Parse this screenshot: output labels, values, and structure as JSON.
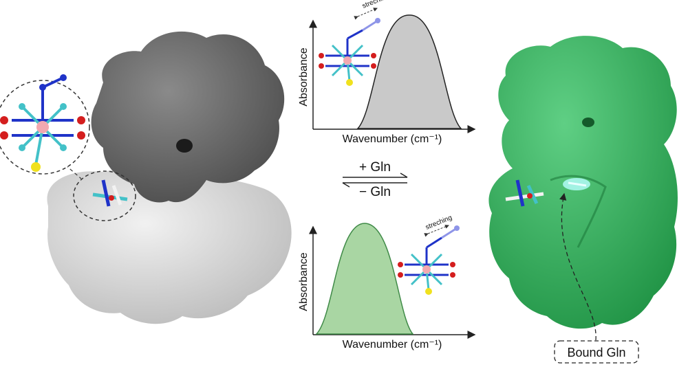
{
  "spectrum_top": {
    "ylabel": "Absorbance",
    "xlabel": "Wavenumber (cm⁻¹)",
    "probe_label": "streching",
    "fill_color": "#c9c9c9"
  },
  "spectrum_bottom": {
    "ylabel": "Absorbance",
    "xlabel": "Wavenumber (cm⁻¹)",
    "probe_label": "streching",
    "fill_color": "#a9d6a3"
  },
  "equilibrium": {
    "forward_label": "+ Gln",
    "reverse_label": "− Gln"
  },
  "callout": {
    "label": "Bound Gln"
  },
  "colors": {
    "protein_open_dark": "#6d6d6d",
    "protein_open_light": "#d8d8d8",
    "protein_closed": "#3fae63",
    "ligand_cyan": "#43c1c8",
    "metal_pink": "#f2a9b0",
    "nitrogen_blue": "#1f33c8",
    "oxygen_red": "#d41e1e",
    "sulfur_yellow": "#f0e11e"
  }
}
